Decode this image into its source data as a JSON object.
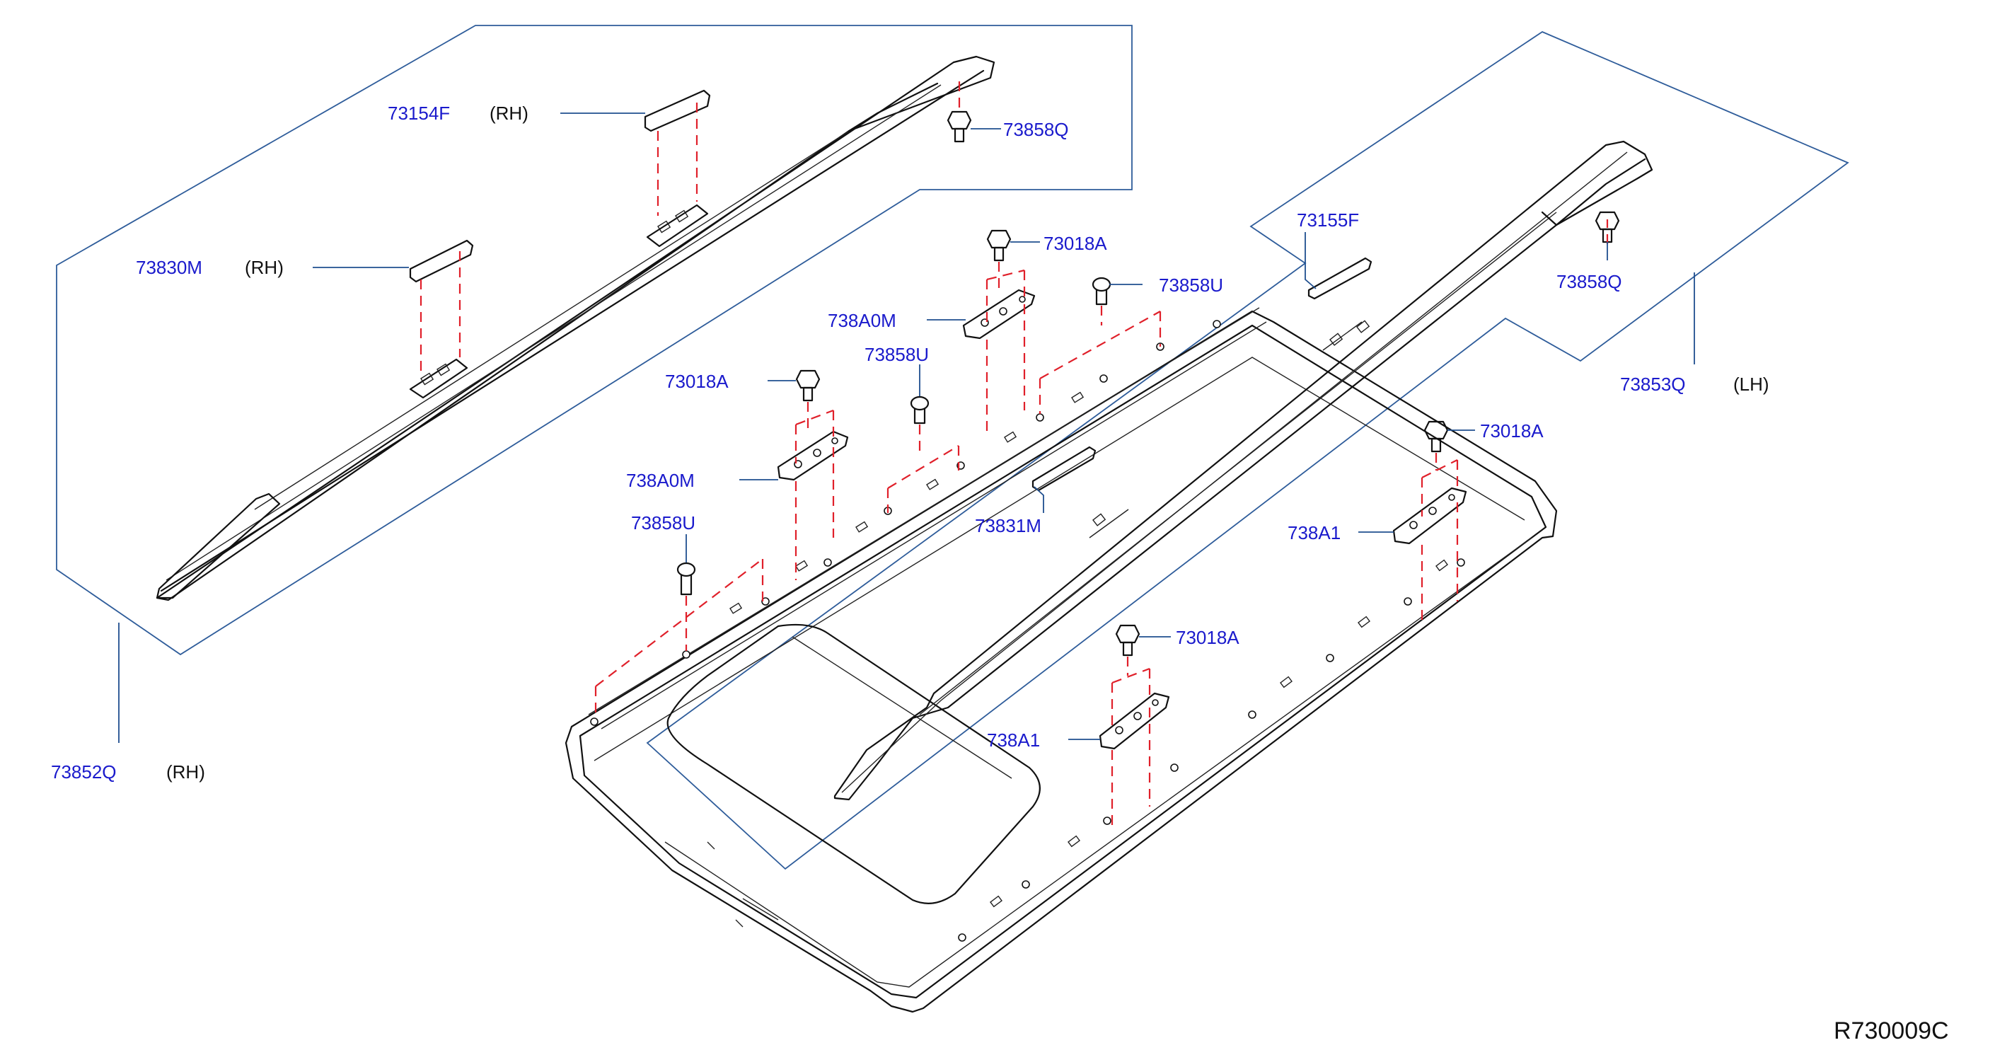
{
  "diagram": {
    "code": "R730009C",
    "callouts": {
      "c73154F": {
        "number": "73154F",
        "side": "(RH)"
      },
      "c73858Q_top": {
        "number": "73858Q"
      },
      "c73830M": {
        "number": "73830M",
        "side": "(RH)"
      },
      "c73155F": {
        "number": "73155F"
      },
      "c73858Q_right": {
        "number": "73858Q"
      },
      "c73853Q": {
        "number": "73853Q",
        "side": "(LH)"
      },
      "c73018A_1": {
        "number": "73018A"
      },
      "c738A0M_1": {
        "number": "738A0M"
      },
      "c73858U_1": {
        "number": "73858U"
      },
      "c73858U_2": {
        "number": "73858U"
      },
      "c73018A_2": {
        "number": "73018A"
      },
      "c738A0M_2": {
        "number": "738A0M"
      },
      "c73858U_3": {
        "number": "73858U"
      },
      "c73831M": {
        "number": "73831M"
      },
      "c73018A_3": {
        "number": "73018A"
      },
      "c738A1_1": {
        "number": "738A1"
      },
      "c73018A_4": {
        "number": "73018A"
      },
      "c738A1_2": {
        "number": "738A1"
      },
      "c73852Q": {
        "number": "73852Q",
        "side": "(RH)"
      }
    }
  }
}
